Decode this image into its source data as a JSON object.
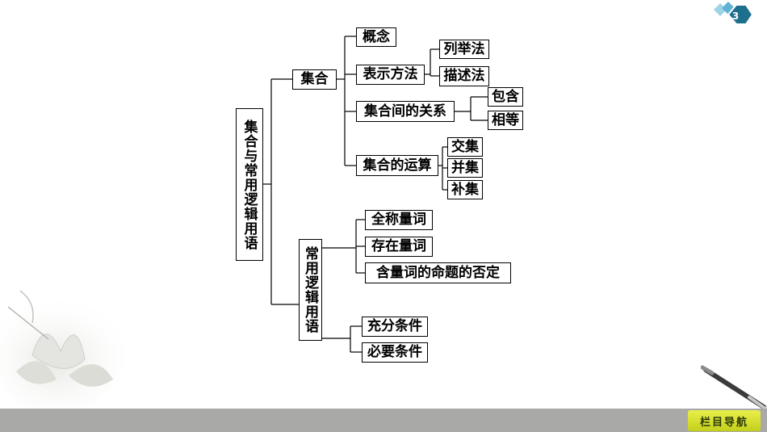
{
  "root": {
    "label": "集合与常用逻辑用语"
  },
  "branches": {
    "set": {
      "label": "集合",
      "concept": "概念",
      "representation": {
        "label": "表示方法",
        "children": [
          "列举法",
          "描述法"
        ]
      },
      "relations": {
        "label": "集合间的关系",
        "children": [
          "包含",
          "相等"
        ]
      },
      "operations": {
        "label": "集合的运算",
        "children": [
          "交集",
          "并集",
          "补集"
        ]
      }
    },
    "logic": {
      "label": "常用逻辑用语",
      "quantifiers": [
        "全称量词",
        "存在量词",
        "含量词的命题的否定"
      ],
      "conditions": [
        "充分条件",
        "必要条件"
      ]
    }
  },
  "page": {
    "number": "3"
  },
  "nav": {
    "label": "栏目导航"
  },
  "colors": {
    "bottom_bar": "#a9aaa8",
    "nav_button": "#d9e032",
    "badge": "#1e6f8c"
  }
}
